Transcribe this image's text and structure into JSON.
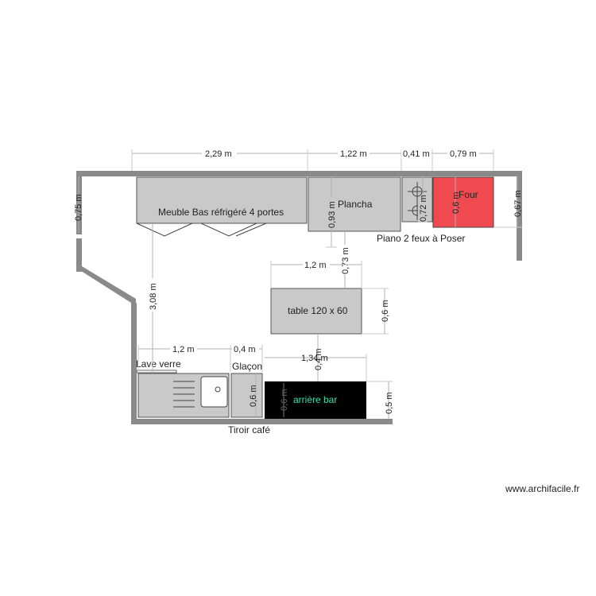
{
  "labels": {
    "meuble": "Meuble Bas réfrigéré 4 portes",
    "plancha": "Plancha",
    "four": "Four",
    "piano": "Piano 2 feux à Poser",
    "table": "table 120 x 60",
    "lave_verre": "Lave verre",
    "glacon": "Glaçon",
    "arriere_bar": "arrière bar",
    "tiroir_cafe": "Tiroir café",
    "watermark": "www.archifacile.fr"
  },
  "dimensions": {
    "top_meuble_w": "2,29 m",
    "top_plancha_w": "1,22 m",
    "top_piano_w": "0,41 m",
    "top_four_w": "0,79 m",
    "left_wall_h": "0,75 m",
    "right_wall_h": "0,67 m",
    "plancha_depth": "0,93 m",
    "piano_depth": "0,72 m",
    "four_depth": "0,6 m",
    "gap_to_table": "0,73 m",
    "table_w": "1,2 m",
    "table_d": "0,6 m",
    "room_depth": "3,08 m",
    "lave_w": "1,2 m",
    "glacon_w": "0,4 m",
    "arriere_w": "1,34 m",
    "table_gap_bottom": "0,4 m",
    "glacon_d": "0,6 m",
    "arriere_inner_d": "0,6 m",
    "arriere_d": "0,5 m"
  },
  "colors": {
    "wall": "#8a8a8a",
    "furniture": "#c9c9c9",
    "four": "#f04a50",
    "arriere_bar": "#000000",
    "arriere_bar_text": "#35e0b0"
  }
}
